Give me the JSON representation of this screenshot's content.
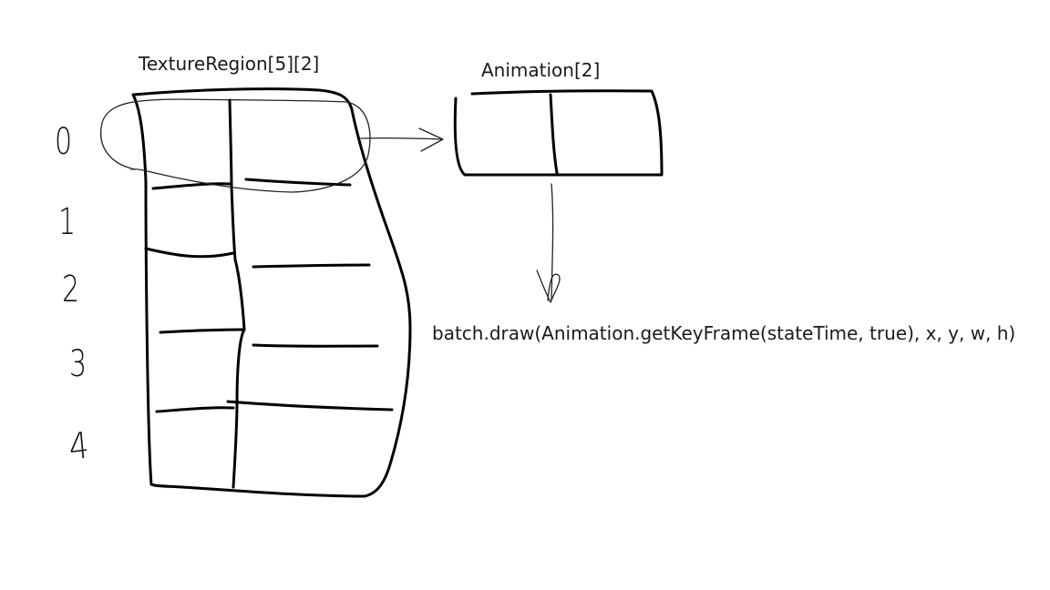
{
  "labels": {
    "texture_region": "TextureRegion[5][2]",
    "animation": "Animation[2]",
    "code": "batch.draw(Animation.getKeyFrame(stateTime, true), x, y, w, h)"
  },
  "row_indices": [
    "0",
    "1",
    "2",
    "3",
    "4"
  ],
  "colors": {
    "background": "#ffffff",
    "stroke": "#000000",
    "thin_stroke": "#222222"
  }
}
